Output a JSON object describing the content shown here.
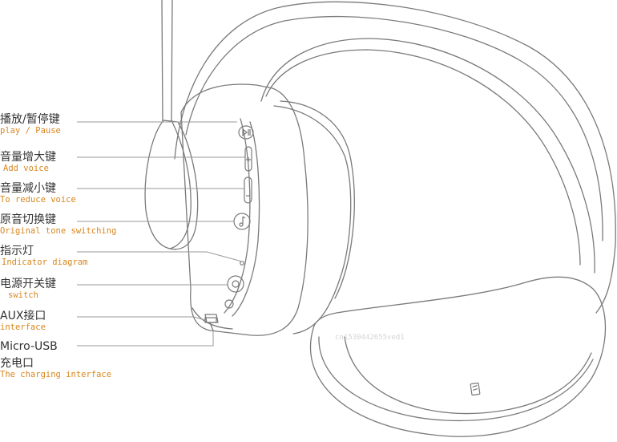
{
  "colors": {
    "line": "#7a7a7a",
    "leader": "#9a9a9a",
    "label": "#333333",
    "accent": "#d9861c"
  },
  "watermark": "cn1530442655ved1",
  "labels": [
    {
      "id": "play-pause",
      "cn": "播放/暂停键",
      "en": "play / Pause"
    },
    {
      "id": "volume-up",
      "cn": "音量增大键",
      "en": "Add voice"
    },
    {
      "id": "volume-down",
      "cn": "音量减小键",
      "en": "To reduce voice"
    },
    {
      "id": "original-tone",
      "cn": "原音切换键",
      "en": "Original tone switching"
    },
    {
      "id": "indicator",
      "cn": "指示灯",
      "en": "Indicator diagram"
    },
    {
      "id": "power",
      "cn": "电源开关键",
      "en": "switch"
    },
    {
      "id": "aux",
      "cn": "AUX接口",
      "en": "interface"
    },
    {
      "id": "micro-usb",
      "cn": "Micro-USB",
      "cn2": "充电口",
      "en": "The charging interface"
    }
  ],
  "icons": {
    "play-pause": "play-pause-icon",
    "plus": "plus-icon",
    "minus": "minus-icon",
    "tone": "music-note-icon",
    "power": "power-icon",
    "logo": "brand-logo-icon"
  }
}
